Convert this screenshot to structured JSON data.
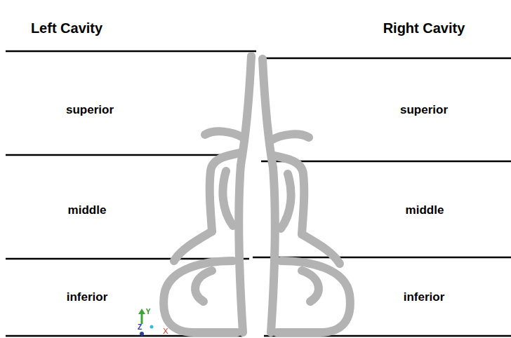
{
  "diagram": {
    "labels": [
      "Left Cavity",
      "Right Cavity",
      "superior",
      "superior",
      "middle",
      "middle",
      "inferior",
      "inferior",
      "Y",
      "Z",
      "X"
    ]
  }
}
